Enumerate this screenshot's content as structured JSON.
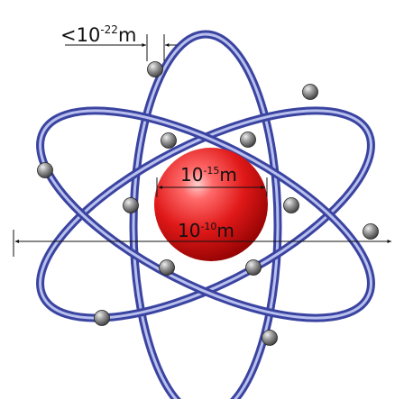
{
  "labels": {
    "electron_size": {
      "prefix": "<10",
      "exponent": "-22",
      "unit": "m"
    },
    "nucleus_size": {
      "base": "10",
      "exponent": "-15",
      "unit": "m"
    },
    "atom_size": {
      "base": "10",
      "exponent": "-10",
      "unit": "m"
    }
  },
  "colors": {
    "orbit": "#4650b0",
    "orbit_highlight": "#b9c0ee",
    "nucleus": "#d11414",
    "electron": "#5a5a5a",
    "dimension_line": "#111111"
  },
  "electron_count": 12
}
